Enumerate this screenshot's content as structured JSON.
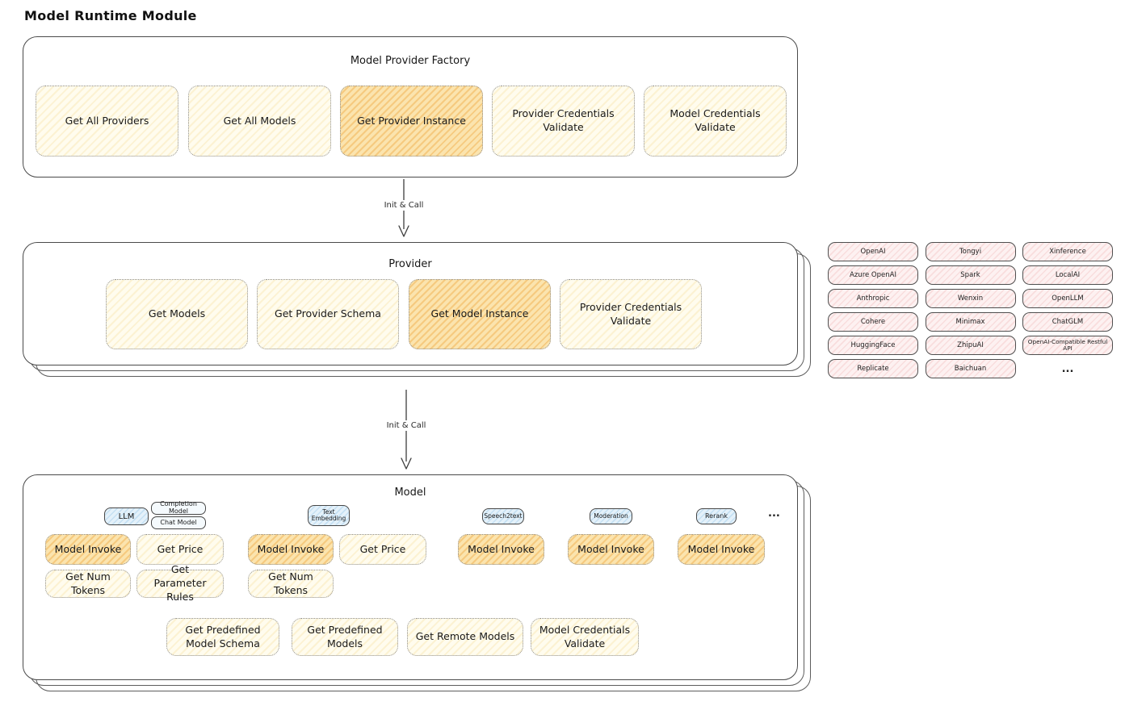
{
  "page_title": "Model Runtime Module",
  "colors": {
    "cream_fill": "#FFFCEE",
    "orange_highlight_fill": "#FBE4AE",
    "pink_pill_fill": "#FDF1F1",
    "blue_chip_fill": "#E4F1FA",
    "outline": "#4A4A4A"
  },
  "arrows": {
    "first_label": "Init & Call",
    "second_label": "Init & Call"
  },
  "factory": {
    "title": "Model Provider Factory",
    "buttons": [
      {
        "label": "Get All Providers",
        "highlighted": false
      },
      {
        "label": "Get All Models",
        "highlighted": false
      },
      {
        "label": "Get Provider Instance",
        "highlighted": true
      },
      {
        "label": "Provider Credentials Validate",
        "highlighted": false
      },
      {
        "label": "Model Credentials Validate",
        "highlighted": false
      }
    ]
  },
  "provider": {
    "title": "Provider",
    "buttons": [
      {
        "label": "Get Models",
        "highlighted": false
      },
      {
        "label": "Get Provider Schema",
        "highlighted": false
      },
      {
        "label": "Get Model Instance",
        "highlighted": true
      },
      {
        "label": "Provider Credentials Validate",
        "highlighted": false
      }
    ]
  },
  "providers_list": {
    "items": [
      "OpenAI",
      "Tongyi",
      "Xinference",
      "Azure OpenAI",
      "Spark",
      "LocalAI",
      "Anthropic",
      "Wenxin",
      "OpenLLM",
      "Cohere",
      "Minimax",
      "ChatGLM",
      "HuggingFace",
      "ZhipuAI",
      "OpenAI-Compatible Restful API",
      "Replicate",
      "Baichuan"
    ],
    "more": "..."
  },
  "model": {
    "title": "Model",
    "tabs": {
      "llm": "LLM",
      "completion_model": "Completion Model",
      "chat_model": "Chat Model",
      "text_embedding": "Text Embedding",
      "speech2text": "Speech2text",
      "moderation": "Moderation",
      "rerank": "Rerank",
      "more": "..."
    },
    "llm": {
      "invoke": "Model Invoke",
      "price": "Get Price",
      "num_tokens": "Get Num Tokens",
      "parameter_rules": "Get Parameter Rules"
    },
    "text_embedding": {
      "invoke": "Model Invoke",
      "price": "Get Price",
      "num_tokens": "Get Num Tokens"
    },
    "speech2text": {
      "invoke": "Model Invoke"
    },
    "moderation": {
      "invoke": "Model Invoke"
    },
    "rerank": {
      "invoke": "Model Invoke"
    },
    "shared_buttons": [
      "Get Predefined Model Schema",
      "Get Predefined Models",
      "Get Remote Models",
      "Model Credentials Validate"
    ]
  }
}
